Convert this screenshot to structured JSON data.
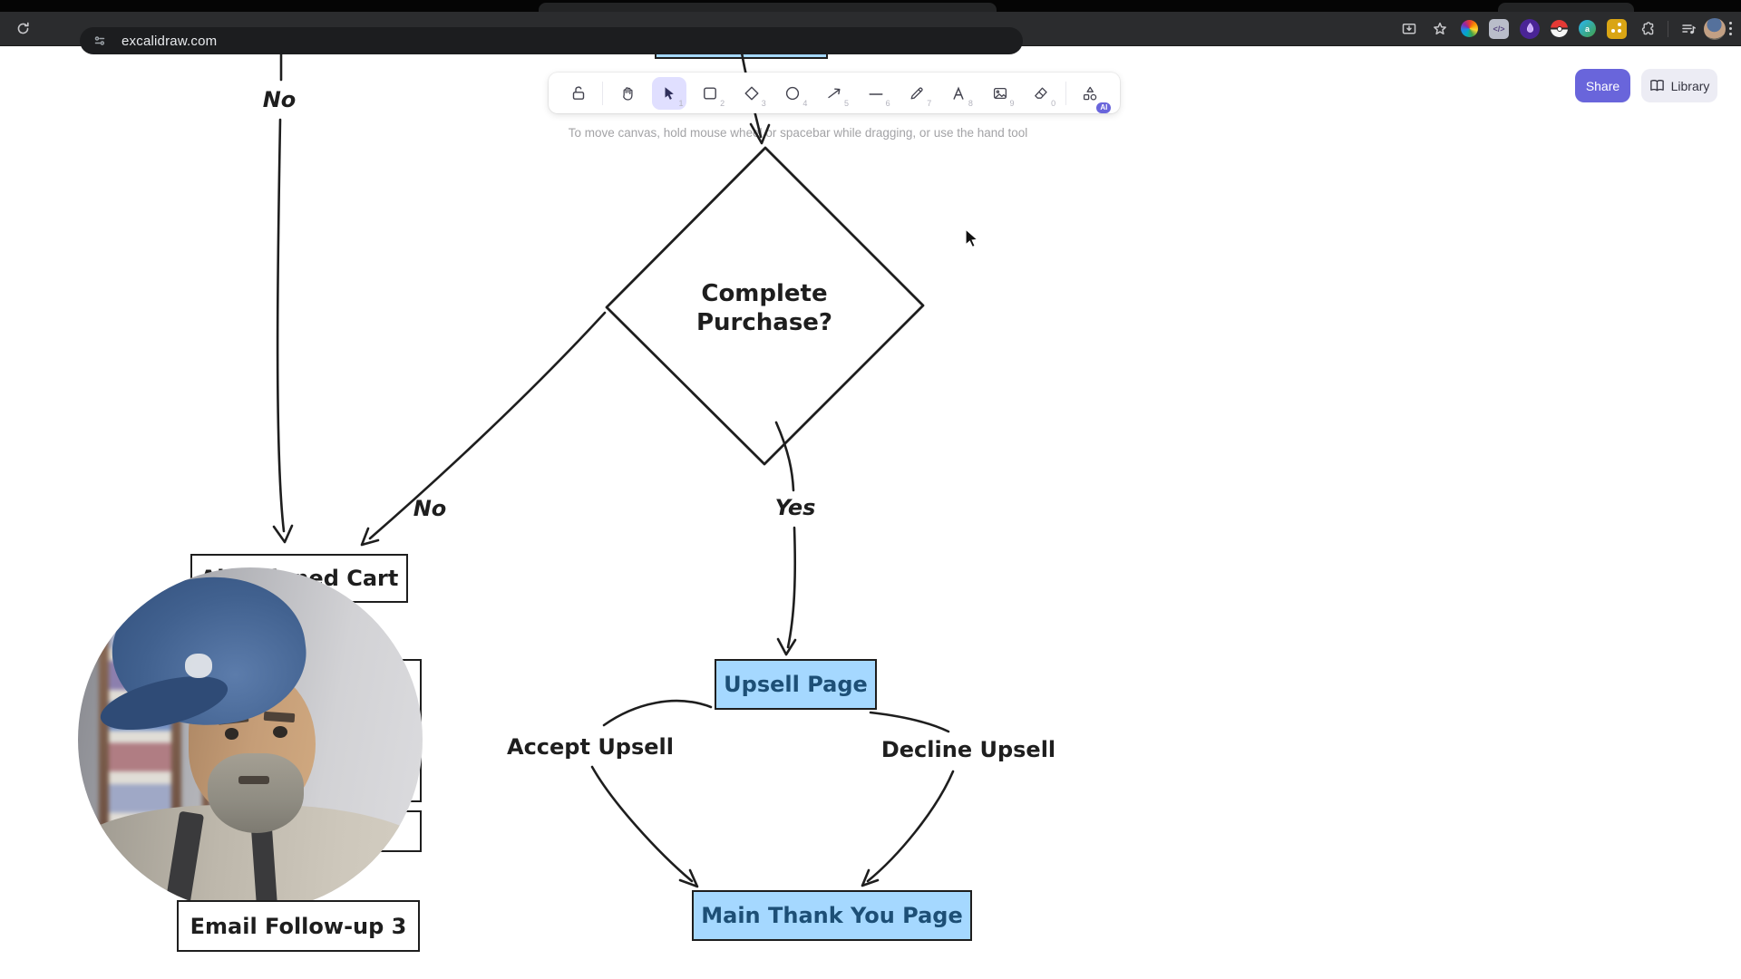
{
  "browser": {
    "url": "excalidraw.com",
    "icons": [
      "reload",
      "site-settings",
      "install-app",
      "bookmark-star",
      "color-wheel-extension",
      "code-extension",
      "flame-extension",
      "pokeball-extension",
      "translate-extension",
      "yellow-dots-extension",
      "extensions-puzzle",
      "playlist",
      "profile-avatar",
      "menu-kebab"
    ]
  },
  "top_right": {
    "share": "Share",
    "library": "Library"
  },
  "toolbar": {
    "hint": "To move canvas, hold mouse wheel or spacebar while dragging, or use the hand tool",
    "ai_badge": "AI",
    "tools": [
      {
        "name": "lock"
      },
      {
        "name": "hand"
      },
      {
        "name": "selection",
        "shortcut": "1",
        "active": true
      },
      {
        "name": "rectangle",
        "shortcut": "2"
      },
      {
        "name": "diamond",
        "shortcut": "3"
      },
      {
        "name": "ellipse",
        "shortcut": "4"
      },
      {
        "name": "arrow",
        "shortcut": "5"
      },
      {
        "name": "line",
        "shortcut": "6"
      },
      {
        "name": "draw",
        "shortcut": "7"
      },
      {
        "name": "text",
        "shortcut": "8"
      },
      {
        "name": "image",
        "shortcut": "9"
      },
      {
        "name": "eraser",
        "shortcut": "0"
      },
      {
        "name": "more-shapes"
      }
    ]
  },
  "flowchart": {
    "nodes": {
      "decision": {
        "line1": "Complete",
        "line2": "Purchase?"
      },
      "abandoned_cart": {
        "label": "Abandoned Cart"
      },
      "upsell": {
        "label": "Upsell Page"
      },
      "main_thank_you": {
        "label": "Main Thank You Page"
      },
      "email_followup_3": {
        "label": "Email Follow-up 3"
      }
    },
    "edges": {
      "no_vertical": "No",
      "no_diagonal": "No",
      "yes": "Yes",
      "accept": "Accept Upsell",
      "decline": "Decline Upsell"
    },
    "colors": {
      "node_fill_blue": "#a5d8ff",
      "stroke": "#1e1e1e",
      "node_text_blue": "#1d4f76",
      "accent": "#6965db"
    }
  }
}
